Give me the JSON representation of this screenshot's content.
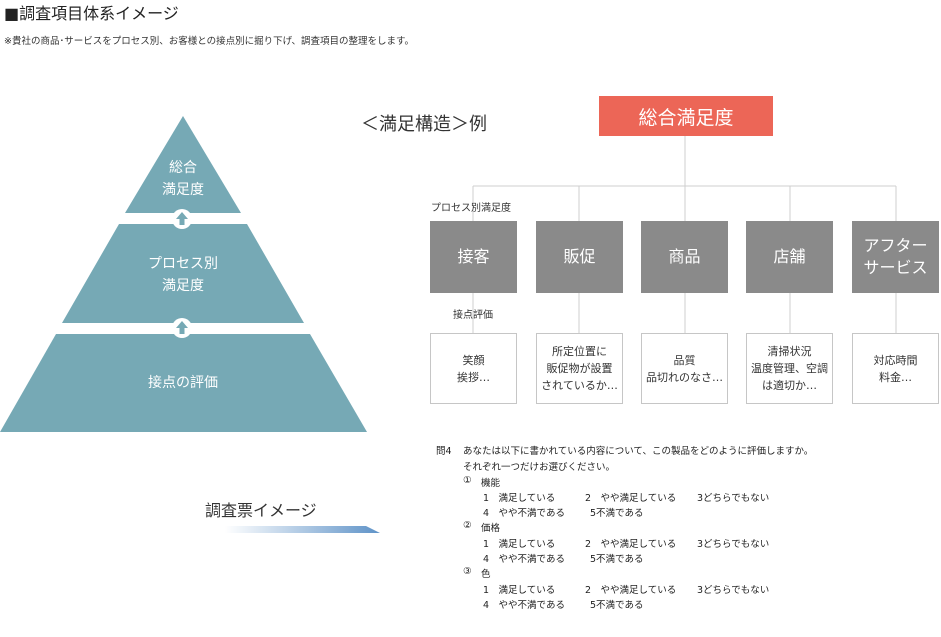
{
  "header": {
    "title": "■調査項目体系イメージ",
    "note": "※貴社の商品･サービスをプロセス別、お客様との接点別に掘り下げ、調査項目の整理をします。"
  },
  "pyramid": {
    "top": [
      "総合",
      "満足度"
    ],
    "middle": [
      "プロセス別",
      "満足度"
    ],
    "bottom": "接点の評価",
    "color": "#76a9b5"
  },
  "structure": {
    "title": "＜満足構造＞例",
    "top_box": "総合満足度",
    "process_label": "プロセス別満足度",
    "contact_label": "接点評価",
    "processes": [
      {
        "name": "接客",
        "details": [
          "笑顔",
          "挨拶…"
        ]
      },
      {
        "name": "販促",
        "details": [
          "所定位置に",
          "販促物が設置",
          "されているか…"
        ]
      },
      {
        "name": "商品",
        "details": [
          "品質",
          "品切れのなさ…"
        ]
      },
      {
        "name": "店舗",
        "details": [
          "清掃状況",
          "温度管理、空調",
          "は適切か…"
        ]
      },
      {
        "name": [
          "アフター",
          "サービス"
        ],
        "details": [
          "対応時間",
          "料金…"
        ]
      }
    ],
    "top_color": "#ec6657",
    "process_color": "#8a8a8a"
  },
  "survey": {
    "label": "調査票イメージ",
    "question_no": "問4",
    "question_line1": "あなたは以下に書かれている内容について、この製品をどのように評価しますか。",
    "question_line2": "それぞれ一つだけお選びください。",
    "items": [
      {
        "no": "①",
        "name": "機能",
        "row1": [
          "1　満足している",
          "2　やや満足している",
          "3どちらでもない"
        ],
        "row2": [
          "4　やや不満である",
          "5不満である"
        ]
      },
      {
        "no": "②",
        "name": "価格",
        "row1": [
          "1　満足している",
          "2　やや満足している",
          "3どちらでもない"
        ],
        "row2": [
          "4　やや不満である",
          "5不満である"
        ]
      },
      {
        "no": "③",
        "name": "色",
        "row1": [
          "1　満足している",
          "2　やや満足している",
          "3どちらでもない"
        ],
        "row2": [
          "4　やや不満である",
          "5不満である"
        ]
      }
    ]
  }
}
